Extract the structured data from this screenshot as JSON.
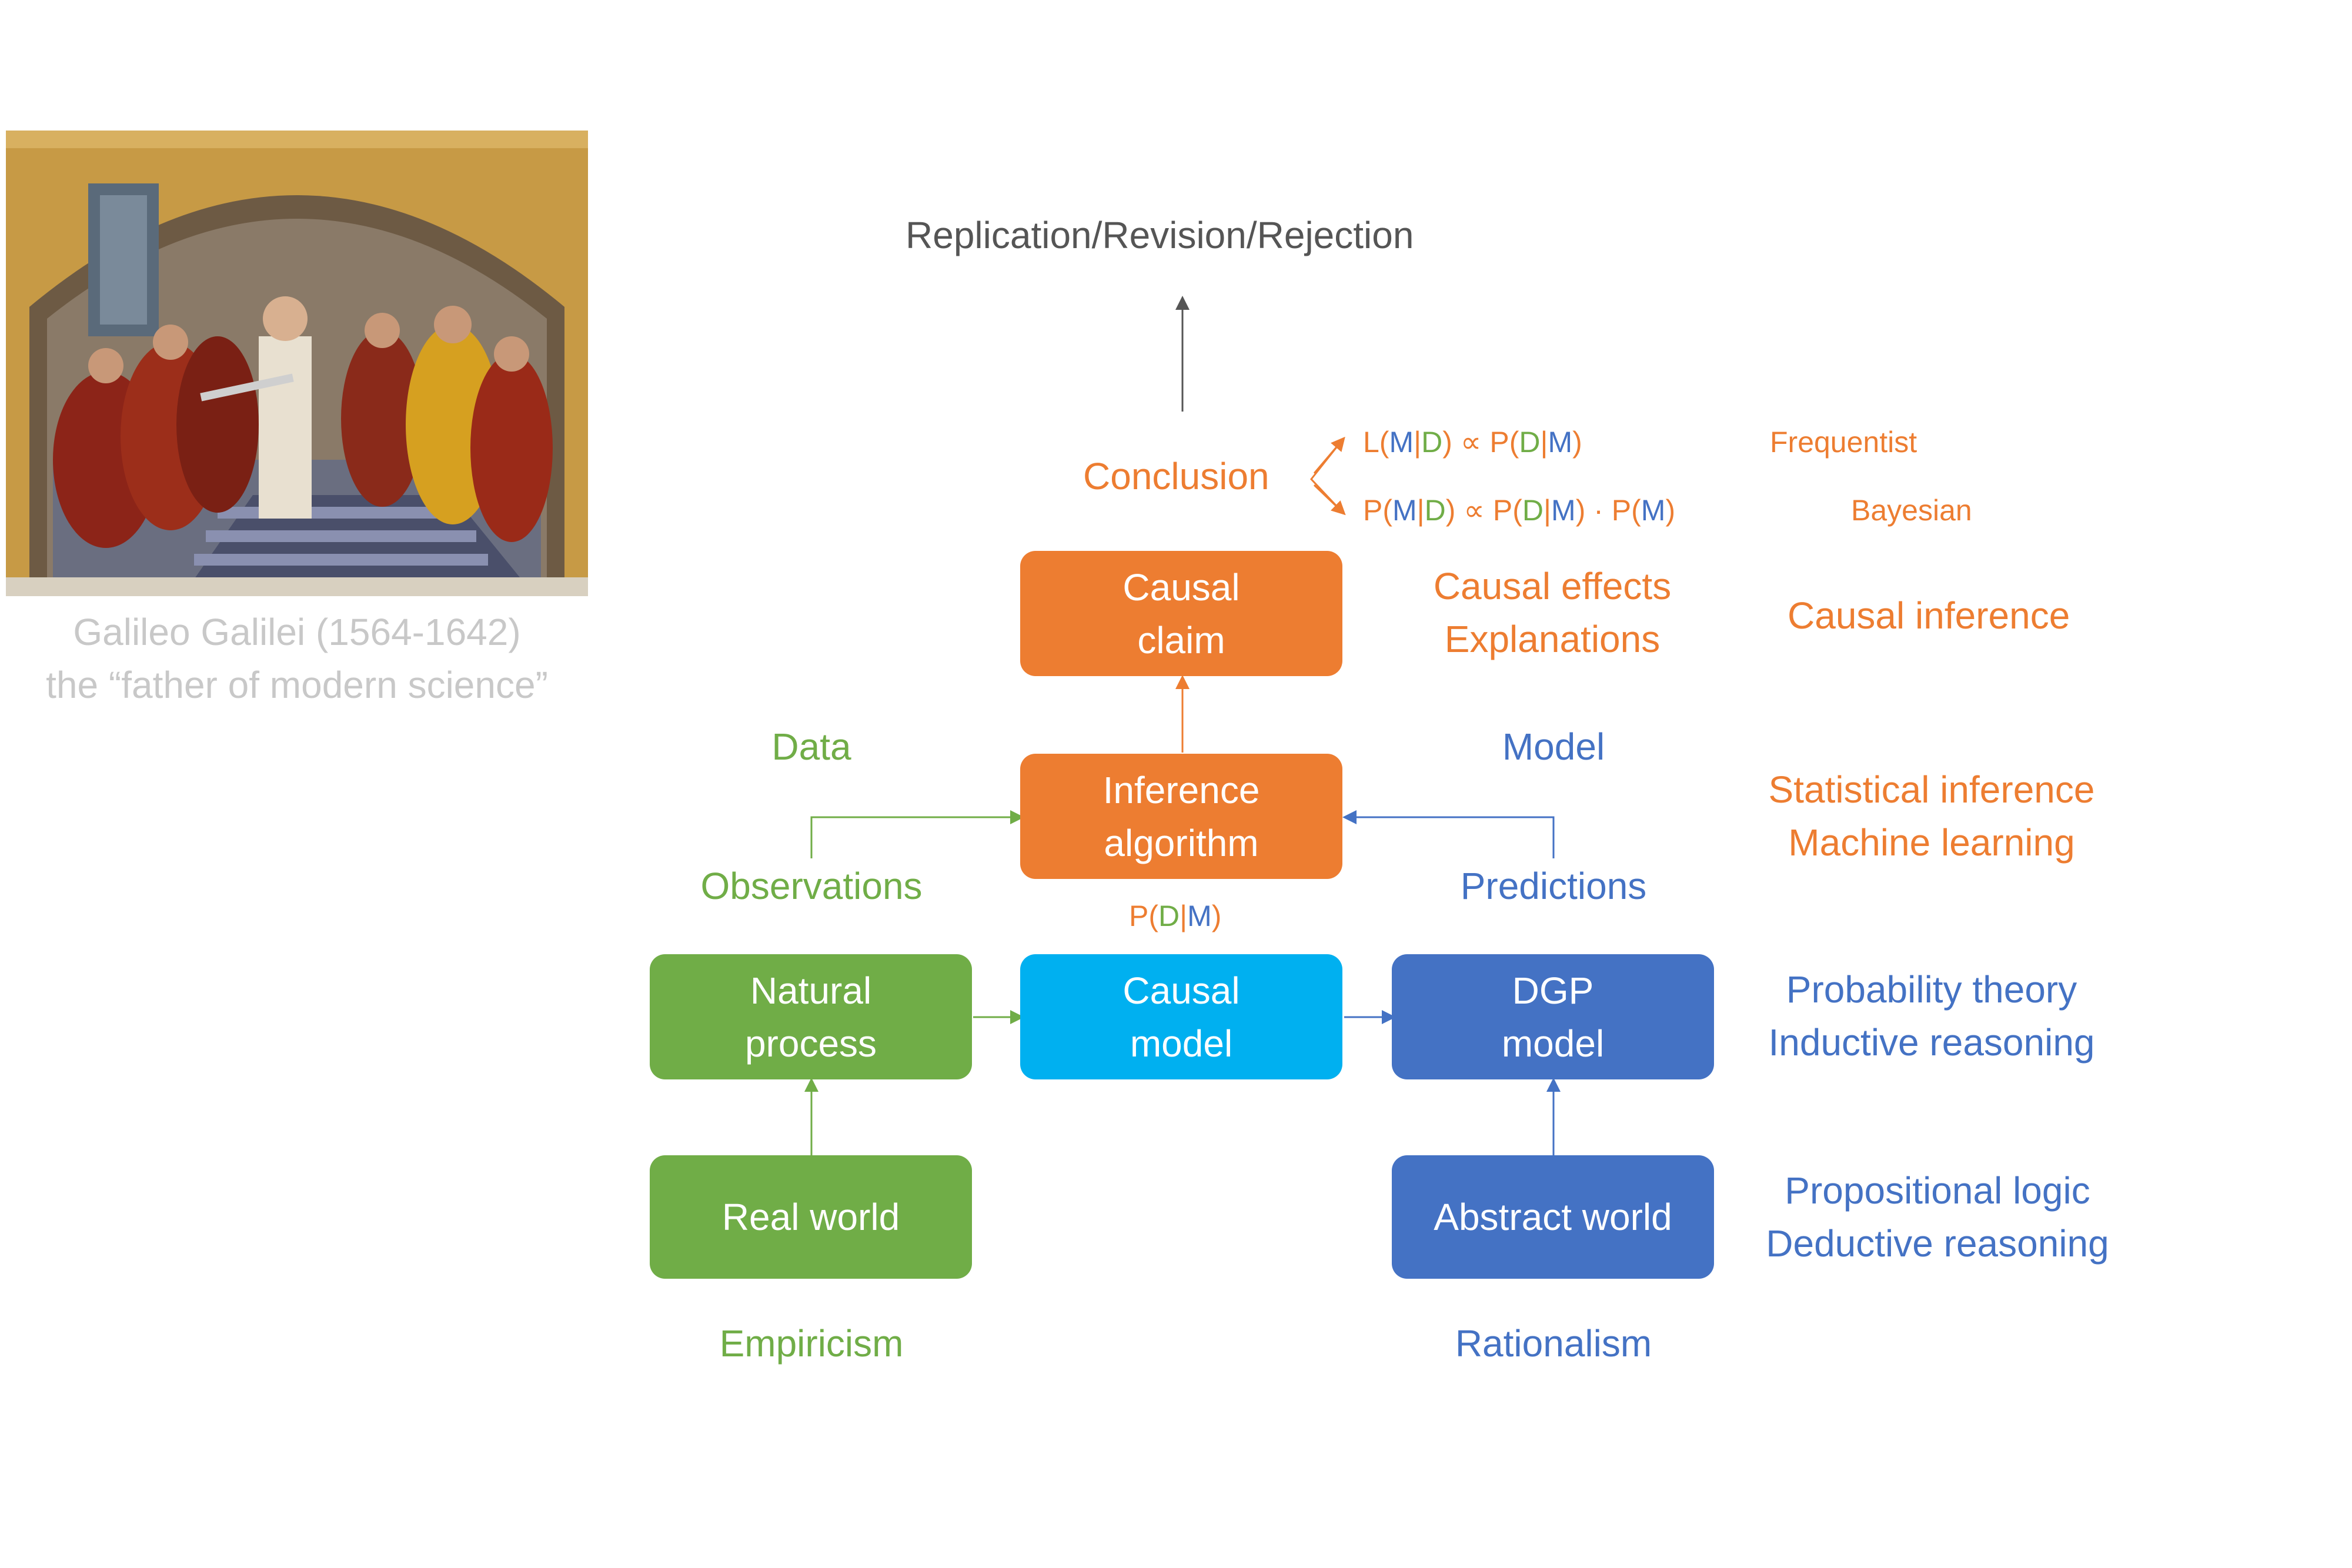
{
  "painting": {
    "caption_line1": "Galileo Galilei (1564-1642)",
    "caption_line2": "the “father of modern science”"
  },
  "top": {
    "replication": "Replication/Revision/Rejection",
    "conclusion": "Conclusion"
  },
  "formulas": {
    "frequentist": {
      "L": "L(",
      "M1": "M",
      "sep1": "|",
      "D1": "D",
      "mid": ") ∝ P(",
      "D2": "D",
      "sep2": "|",
      "M2": "M",
      "end": ")"
    },
    "bayesian": {
      "P": "P(",
      "M1": "M",
      "sep1": "|",
      "D1": "D",
      "mid": ") ∝ P(",
      "D2": "D",
      "sep2": "|",
      "M2": "M",
      "mid2": ") · P(",
      "M3": "M",
      "end": ")"
    },
    "pdm": {
      "P": "P(",
      "D": "D",
      "sep": "|",
      "M": "M",
      "end": ")"
    }
  },
  "schools": {
    "frequentist": "Frequentist",
    "bayesian": "Bayesian"
  },
  "boxes": {
    "causal_claim": {
      "line1": "Causal",
      "line2": "claim"
    },
    "inference_algorithm": {
      "line1": "Inference",
      "line2": "algorithm"
    },
    "natural_process": {
      "line1": "Natural",
      "line2": "process"
    },
    "causal_model": {
      "line1": "Causal",
      "line2": "model"
    },
    "dgp_model": {
      "line1": "DGP",
      "line2": "model"
    },
    "real_world": "Real world",
    "abstract_world": "Abstract world"
  },
  "labels": {
    "causal_effects": "Causal effects",
    "explanations": "Explanations",
    "data": "Data",
    "model": "Model",
    "observations": "Observations",
    "predictions": "Predictions",
    "empiricism": "Empiricism",
    "rationalism": "Rationalism"
  },
  "right_column": {
    "causal_inference": "Causal inference",
    "statistical_inference": "Statistical inference",
    "machine_learning": "Machine learning",
    "probability_theory": "Probability theory",
    "inductive_reasoning": "Inductive reasoning",
    "propositional_logic": "Propositional logic",
    "deductive_reasoning": "Deductive reasoning"
  },
  "colors": {
    "orange": "#ed7d31",
    "green": "#70ad47",
    "cyan": "#00b0f0",
    "blue": "#4472c4",
    "caption_gray": "#c8c8c8",
    "text_gray": "#555555"
  }
}
